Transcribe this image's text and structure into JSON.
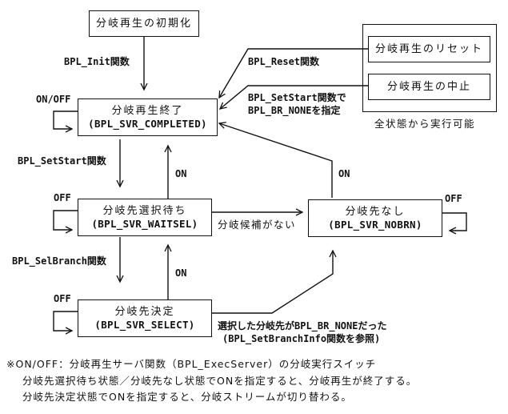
{
  "states": {
    "init": {
      "title": "分岐再生の初期化"
    },
    "completed": {
      "title": "分岐再生終了",
      "code": "(BPL_SVR_COMPLETED)"
    },
    "waitsel": {
      "title": "分岐先選択待ち",
      "code": "(BPL_SVR_WAITSEL)"
    },
    "nobrn": {
      "title": "分岐先なし",
      "code": "(BPL_SVR_NOBRN)"
    },
    "select": {
      "title": "分岐先決定",
      "code": "(BPL_SVR_SELECT)"
    }
  },
  "global_actions": {
    "reset": "分岐再生のリセット",
    "abort": "分岐再生の中止",
    "caption": "全状態から実行可能"
  },
  "transitions": {
    "init_label": "BPL_Init関数",
    "reset_label": "BPL_Reset関数",
    "setstart_none_line1": "BPL_SetStart関数で",
    "setstart_none_line2": "BPL_BR_NONEを指定",
    "setstart_label": "BPL_SetStart関数",
    "selbranch_label": "BPL_SelBranch関数",
    "no_candidate": "分岐候補がない",
    "selected_none_line1": "選択した分岐先がBPL_BR_NONEだった",
    "selected_none_line2": "(BPL_SetBranchInfo関数を参照)",
    "on": "ON",
    "off": "OFF",
    "onoff": "ON/OFF"
  },
  "notes": [
    "※ON/OFF：分岐再生サーバ関数（BPL_ExecServer）の分岐実行スイッチ",
    "分岐先選択待ち状態／分岐先なし状態でONを指定すると、分岐再生が終了する。",
    "分岐先決定状態でONを指定すると、分岐ストリームが切り替わる。"
  ]
}
